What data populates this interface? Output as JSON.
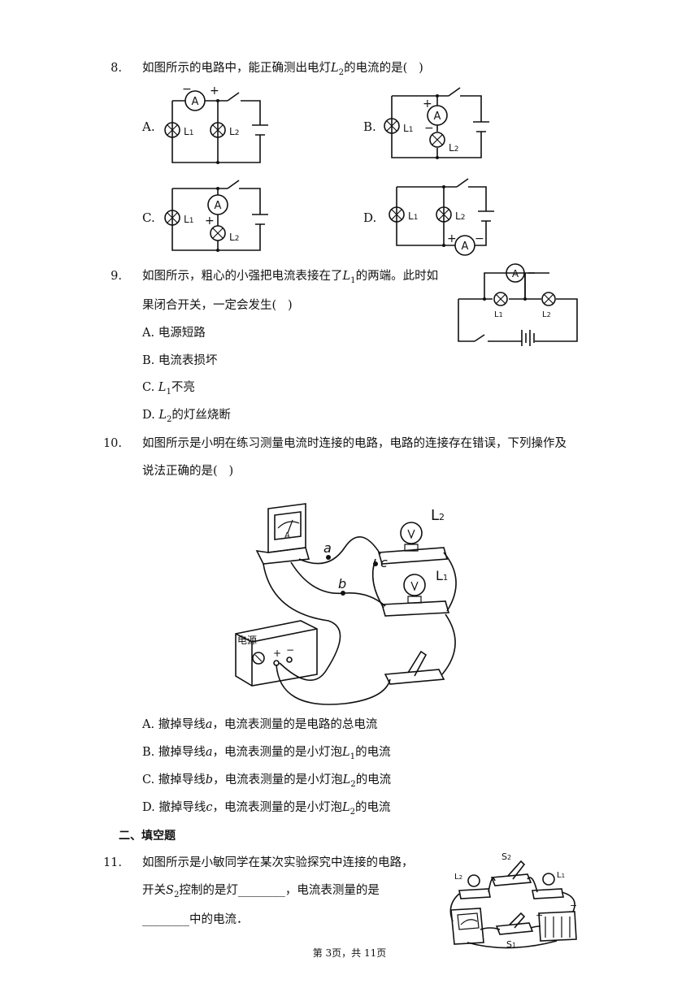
{
  "q8": {
    "num": "8.",
    "stem_a": "如图所示的电路中，能正确测出电灯",
    "stem_var": "L",
    "stem_sub": "2",
    "stem_b": "的电流的是(",
    "stem_c": ")",
    "option_labels": [
      "A.",
      "B.",
      "C.",
      "D."
    ]
  },
  "circuit_labels": {
    "ammeter": "A",
    "lamp1": "L",
    "lamp1_sub": "1",
    "lamp2": "L",
    "lamp2_sub": "2",
    "plus": "+",
    "minus": "−"
  },
  "q9": {
    "num": "9.",
    "line1_a": "如图所示，粗心的小强把电流表接在了",
    "line1_var": "L",
    "line1_sub": "1",
    "line1_b": "的两端。此时如",
    "line2": "果闭合开关，一定会发生(",
    "line2_b": ")",
    "options": [
      {
        "label": "A.",
        "text": "电源短路"
      },
      {
        "label": "B.",
        "text": "电流表损坏"
      },
      {
        "label": "C.",
        "var": "L",
        "sub": "1",
        "text": "不亮"
      },
      {
        "label": "D.",
        "var": "L",
        "sub": "2",
        "text": "的灯丝烧断"
      }
    ]
  },
  "q10": {
    "num": "10.",
    "line1": "如图所示是小明在练习测量电流时连接的电路，电路的连接存在错误，下列操作及",
    "line2": "说法正确的是(",
    "line2_b": ")",
    "figure": {
      "wire_a": "a",
      "wire_b": "b",
      "wire_c": "c",
      "lamp_top": "L",
      "lamp_top_sub": "2",
      "lamp_bottom": "L",
      "lamp_bottom_sub": "1",
      "power_label": "电源",
      "power_plus": "+",
      "power_minus": "−",
      "meter": "A"
    },
    "options": [
      {
        "label": "A.",
        "pre": "撤掉导线",
        "var": "a",
        "post": "，电流表测量的是电路的总电流"
      },
      {
        "label": "B.",
        "pre": "撤掉导线",
        "var": "a",
        "post": "，电流表测量的是小灯泡",
        "var2": "L",
        "sub2": "1",
        "post2": "的电流"
      },
      {
        "label": "C.",
        "pre": "撤掉导线",
        "var": "b",
        "post": "，电流表测量的是小灯泡",
        "var2": "L",
        "sub2": "2",
        "post2": "的电流"
      },
      {
        "label": "D.",
        "pre": "撤掉导线",
        "var": "c",
        "post": "，电流表测量的是小灯泡",
        "var2": "L",
        "sub2": "2",
        "post2": "的电流"
      }
    ]
  },
  "section2": {
    "title": "二、填空题"
  },
  "q11": {
    "num": "11.",
    "line1": "如图所示是小敏同学在某次实验探究中连接的电路，",
    "line2_a": "开关",
    "line2_var": "S",
    "line2_sub": "2",
    "line2_b": "控制的是灯________，电流表测量的是",
    "line3": "________中的电流．",
    "figure": {
      "s1": "S",
      "s1_sub": "1",
      "s2": "S",
      "s2_sub": "2",
      "l1": "L",
      "l1_sub": "1",
      "l2": "L",
      "l2_sub": "2",
      "plus": "+",
      "minus": "−"
    }
  },
  "footer": {
    "text": "第 3页，共 11页"
  }
}
